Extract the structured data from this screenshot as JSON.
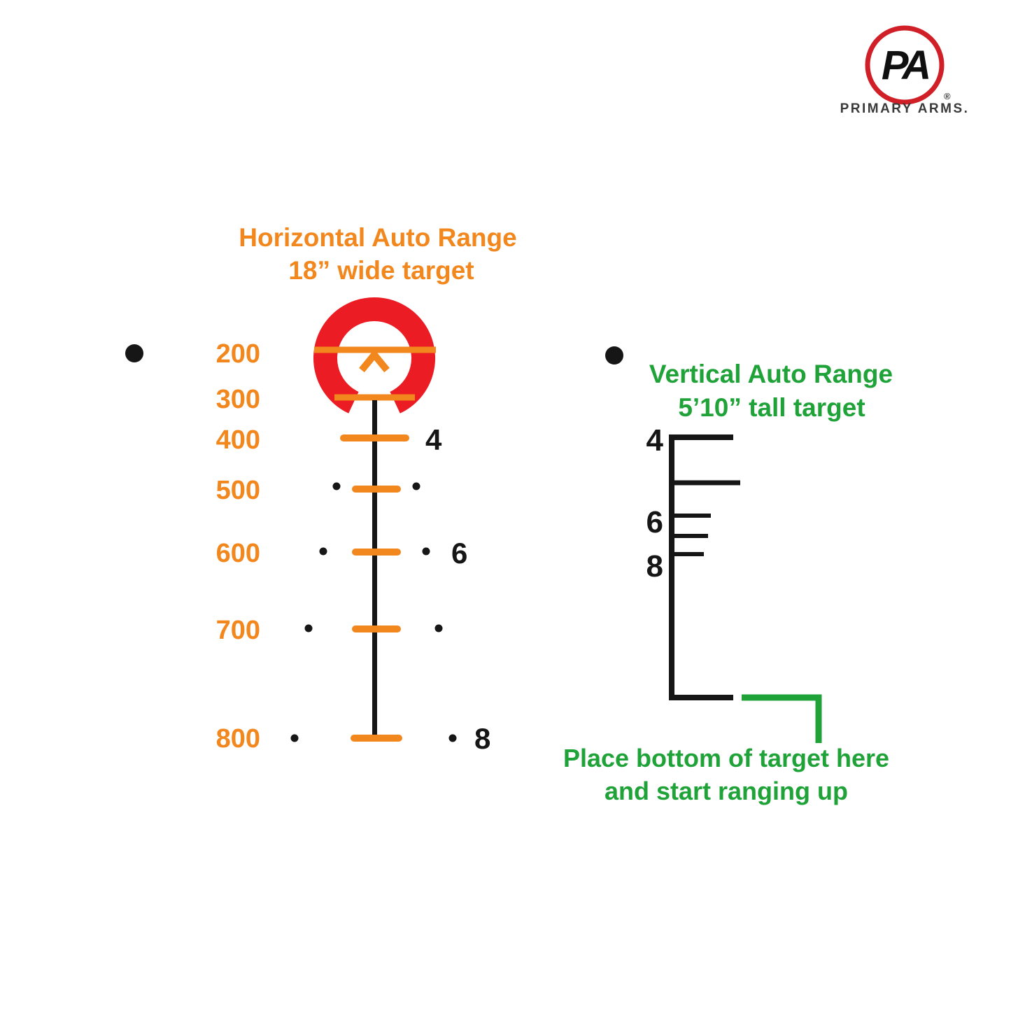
{
  "logo": {
    "initials": "PA",
    "brand": "PRIMARY ARMS.",
    "registered": "®",
    "ring_color": "#D01F27"
  },
  "horizontal": {
    "title": "Horizontal Auto Range",
    "subtitle": "18” wide target",
    "accent_color": "#F2871D",
    "ranges": [
      "200",
      "300",
      "400",
      "500",
      "600",
      "700",
      "800"
    ],
    "bdc_numbers": [
      "4",
      "6",
      "8"
    ]
  },
  "vertical": {
    "title": "Vertical Auto Range",
    "subtitle": "5’10” tall target",
    "accent_color": "#1FA339",
    "scale_numbers": [
      "4",
      "6",
      "8"
    ],
    "note_line1": "Place bottom of target here",
    "note_line2": "and start ranging up"
  },
  "reticle": {
    "ring_color": "#EC1C24",
    "bar_color": "#F2871D",
    "stem_color": "#161616"
  }
}
